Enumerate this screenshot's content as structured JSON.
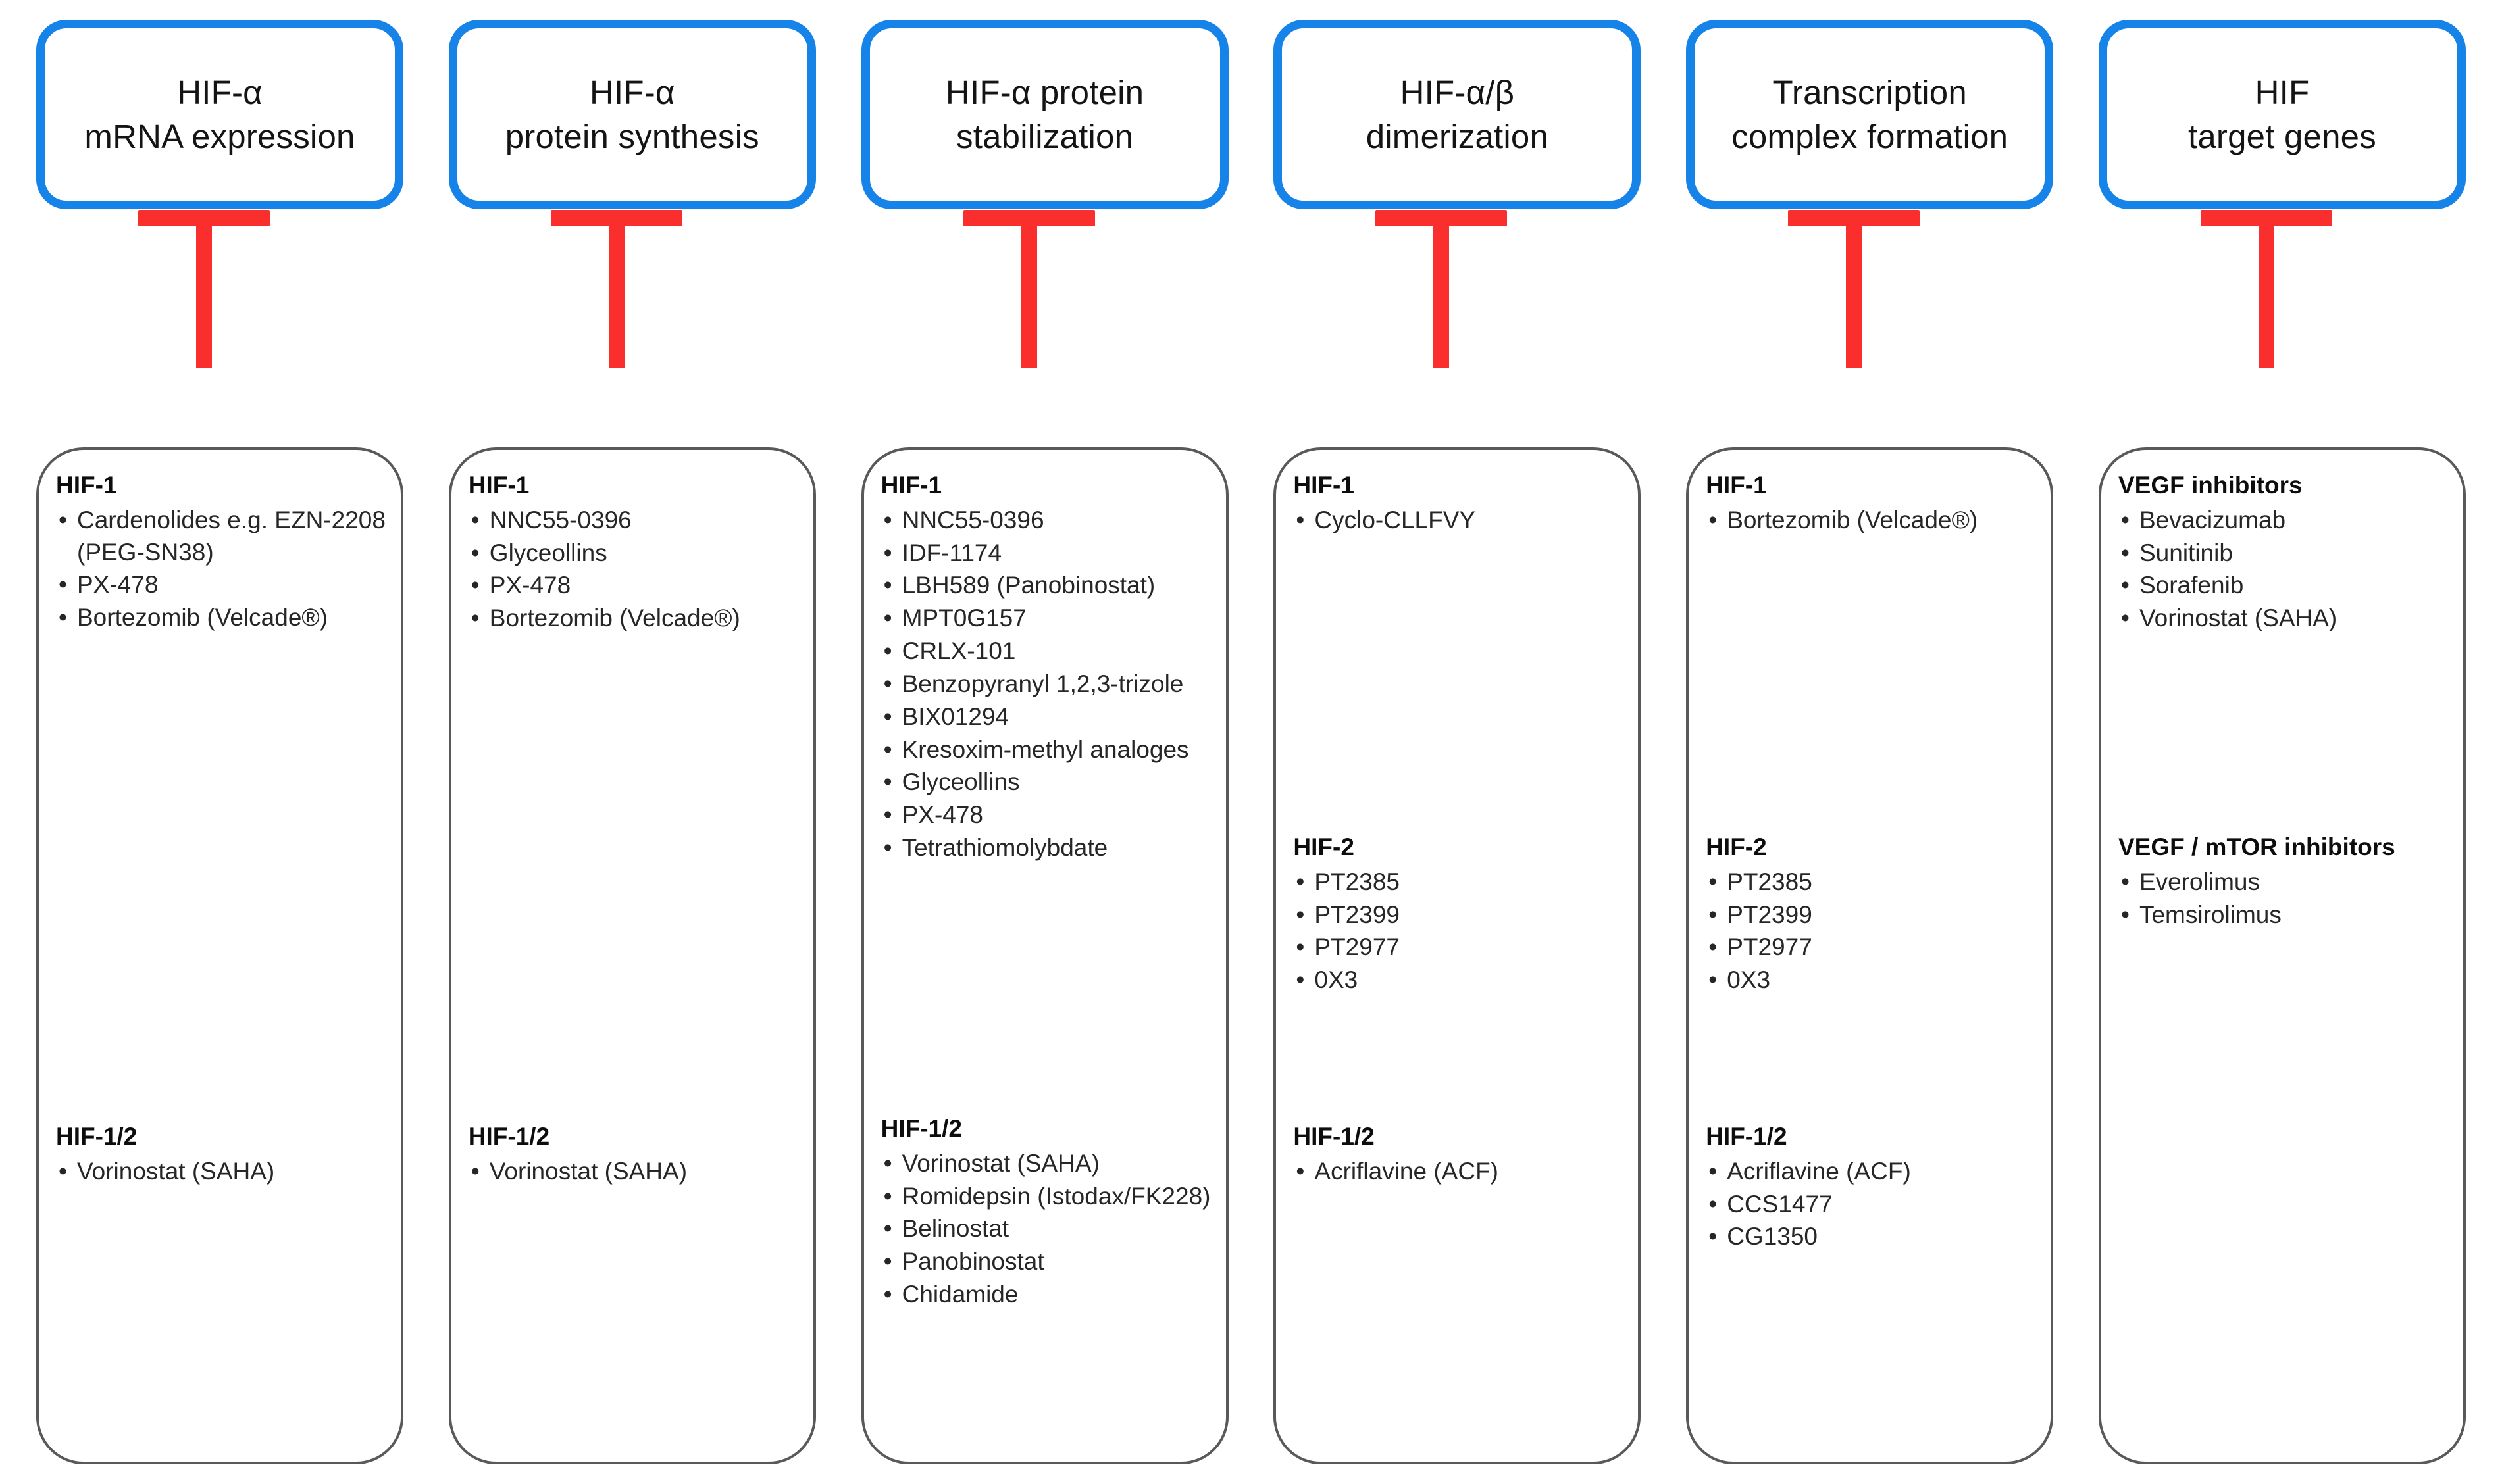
{
  "diagram": {
    "title": "HIF pathway inhibition targets",
    "accent_blue": "#1683e8",
    "inhibitor_red": "#fb2e2e",
    "box_border": "#595959",
    "bullet_glyph": "•"
  },
  "columns": [
    {
      "header_line1": "HIF-α",
      "header_line2": "mRNA expression",
      "inhibitor_icon": "inhibition-bar-icon",
      "groups": [
        {
          "title": "HIF-1",
          "items": [
            "Cardenolides e.g. EZN-2208 (PEG-SN38)",
            "PX-478",
            "Bortezomib (Velcade®)"
          ]
        },
        {
          "title": "HIF-1/2",
          "items": [
            "Vorinostat (SAHA)"
          ]
        }
      ]
    },
    {
      "header_line1": "HIF-α",
      "header_line2": "protein synthesis",
      "inhibitor_icon": "inhibition-bar-icon",
      "groups": [
        {
          "title": "HIF-1",
          "items": [
            "NNC55-0396",
            "Glyceollins",
            "PX-478",
            "Bortezomib (Velcade®)"
          ]
        },
        {
          "title": "HIF-1/2",
          "items": [
            "Vorinostat (SAHA)"
          ]
        }
      ]
    },
    {
      "header_line1": "HIF-α protein",
      "header_line2": "stabilization",
      "inhibitor_icon": "inhibition-bar-icon",
      "groups": [
        {
          "title": "HIF-1",
          "items": [
            "NNC55-0396",
            "IDF-1174",
            "LBH589 (Panobinostat)",
            "MPT0G157",
            "CRLX-101",
            "Benzopyranyl 1,2,3-trizole",
            "BIX01294",
            "Kresoxim-methyl analoges",
            "Glyceollins",
            "PX-478",
            "Tetrathiomolybdate"
          ]
        },
        {
          "title": "HIF-1/2",
          "items": [
            "Vorinostat (SAHA)",
            "Romidepsin (Istodax/FK228)",
            "Belinostat",
            "Panobinostat",
            "Chidamide"
          ]
        }
      ]
    },
    {
      "header_line1": "HIF-α/β",
      "header_line2": "dimerization",
      "inhibitor_icon": "inhibition-bar-icon",
      "groups": [
        {
          "title": "HIF-1",
          "items": [
            "Cyclo-CLLFVY"
          ]
        },
        {
          "title": "HIF-2",
          "items": [
            "PT2385",
            "PT2399",
            "PT2977",
            "0X3"
          ]
        },
        {
          "title": "HIF-1/2",
          "items": [
            "Acriflavine (ACF)"
          ]
        }
      ]
    },
    {
      "header_line1": "Transcription",
      "header_line2": "complex formation",
      "inhibitor_icon": "inhibition-bar-icon",
      "groups": [
        {
          "title": "HIF-1",
          "items": [
            "Bortezomib (Velcade®)"
          ]
        },
        {
          "title": "HIF-2",
          "items": [
            "PT2385",
            "PT2399",
            "PT2977",
            "0X3"
          ]
        },
        {
          "title": "HIF-1/2",
          "items": [
            "Acriflavine (ACF)",
            "CCS1477",
            "CG1350"
          ]
        }
      ]
    },
    {
      "header_line1": "HIF",
      "header_line2": "target genes",
      "inhibitor_icon": "inhibition-bar-icon",
      "groups": [
        {
          "title": "VEGF inhibitors",
          "items": [
            "Bevacizumab",
            "Sunitinib",
            "Sorafenib",
            "Vorinostat (SAHA)"
          ]
        },
        {
          "title": "VEGF / mTOR inhibitors",
          "items": [
            "Everolimus",
            "Temsirolimus"
          ]
        }
      ]
    }
  ],
  "group_offsets": [
    [
      30,
      1020
    ],
    [
      30,
      1020
    ],
    [
      30,
      1008
    ],
    [
      30,
      580,
      1020
    ],
    [
      30,
      580,
      1020
    ],
    [
      30,
      580
    ]
  ],
  "nowrap_items": {
    "2": [
      2,
      10
    ],
    "5": [
      0
    ]
  }
}
